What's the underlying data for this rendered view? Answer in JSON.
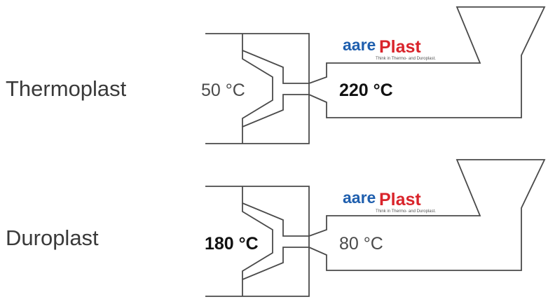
{
  "rows": [
    {
      "label": "Thermoplast",
      "mold_temp": "50 °C",
      "barrel_temp": "220 °C",
      "hot_side": "barrel"
    },
    {
      "label": "Duroplast",
      "mold_temp": "180 °C",
      "barrel_temp": "80 °C",
      "hot_side": "mold"
    }
  ],
  "logo": {
    "brand_part1": "aare",
    "brand_part2": "Plast",
    "tagline": "Think in Thermo- and Duroplast.",
    "colors": {
      "aare": "#1f5fae",
      "plast": "#d9242b"
    }
  }
}
